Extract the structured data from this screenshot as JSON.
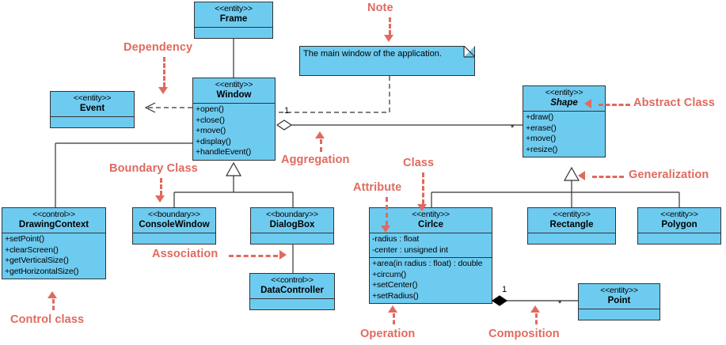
{
  "diagram": {
    "title": "UML Class Diagram",
    "colors": {
      "class_fill": "#6ecbf0",
      "class_border": "#333333",
      "annotation": "#e06a5f",
      "background": "#ffffff"
    }
  },
  "classes": {
    "frame": {
      "stereotype": "<<entity>>",
      "name": "Frame",
      "attributes": [],
      "operations": []
    },
    "window": {
      "stereotype": "<<entity>>",
      "name": "Window",
      "attributes": [],
      "operations": [
        "+open()",
        "+close()",
        "+move()",
        "+display()",
        "+handleEvent()"
      ]
    },
    "event": {
      "stereotype": "<<entity>>",
      "name": "Event",
      "attributes": [],
      "operations": []
    },
    "shape": {
      "stereotype": "<<entity>>",
      "name": "Shape",
      "abstract": true,
      "attributes": [],
      "operations": [
        "+draw()",
        "+erase()",
        "+move()",
        "+resize()"
      ]
    },
    "drawingcontext": {
      "stereotype": "<<control>>",
      "name": "DrawingContext",
      "attributes": [],
      "operations": [
        "+setPoint()",
        "+clearScreen()",
        "+getVerticalSize()",
        "+getHorizontalSize()"
      ]
    },
    "consolewindow": {
      "stereotype": "<<boundary>>",
      "name": "ConsoleWindow",
      "attributes": [],
      "operations": []
    },
    "dialogbox": {
      "stereotype": "<<boundary>>",
      "name": "DialogBox",
      "attributes": [],
      "operations": []
    },
    "datacontroller": {
      "stereotype": "<<control>>",
      "name": "DataController",
      "attributes": [],
      "operations": []
    },
    "circle": {
      "stereotype": "<<entity>>",
      "name": "Cirlce",
      "attributes": [
        "-radius : float",
        "-center : unsigned int"
      ],
      "operations": [
        "+area(in radius : float) : double",
        "+circum()",
        "+setCenter()",
        "+setRadius()"
      ]
    },
    "rectangle": {
      "stereotype": "<<entity>>",
      "name": "Rectangle",
      "attributes": [],
      "operations": []
    },
    "polygon": {
      "stereotype": "<<entity>>",
      "name": "Polygon",
      "attributes": [],
      "operations": []
    },
    "point": {
      "stereotype": "<<entity>>",
      "name": "Point",
      "attributes": [],
      "operations": []
    }
  },
  "note": {
    "text": "The main window of the application."
  },
  "multiplicities": {
    "window_aggregation_source": "1",
    "shape_aggregation_target": "*",
    "circle_composition_source": "1",
    "point_composition_target": "*"
  },
  "annotations": {
    "dependency": "Dependency",
    "note": "Note",
    "abstract_class": "Abstract Class",
    "aggregation": "Aggregation",
    "boundary_class": "Boundary Class",
    "class": "Class",
    "attribute": "Attribute",
    "generalization": "Generalization",
    "association": "Association",
    "control_class": "Control class",
    "operation": "Operation",
    "composition": "Composition"
  }
}
